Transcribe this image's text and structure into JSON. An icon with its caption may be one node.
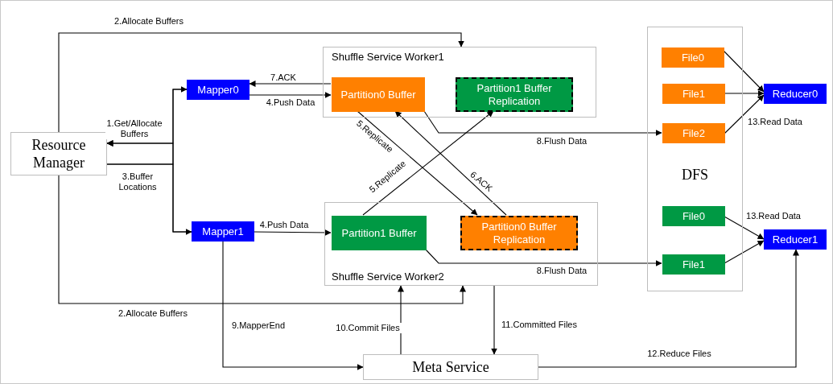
{
  "diagram": {
    "nodes": [
      {
        "text": [
          "Resource Manager"
        ]
      },
      {
        "text": [
          "Mapper0"
        ]
      },
      {
        "text": [
          "Mapper1"
        ]
      },
      {
        "text": [
          "Shuffle Service Worker1"
        ]
      },
      {
        "text": [
          "Partition0 Buffer"
        ],
        "in": 3
      },
      {
        "text": [
          "Partition1 Buffer Replication"
        ],
        "in": 3
      },
      {
        "text": [
          "Shuffle Service Worker2"
        ]
      },
      {
        "text": [
          "Partition1 Buffer"
        ],
        "in": 6
      },
      {
        "text": [
          "Partition0 Buffer Replication"
        ],
        "in": 6
      },
      {
        "text": [
          "DFS"
        ]
      },
      {
        "text": [
          "File0"
        ],
        "in": 9
      },
      {
        "text": [
          "File1"
        ],
        "in": 9
      },
      {
        "text": [
          "File2"
        ],
        "in": 9
      },
      {
        "text": [
          "File0"
        ],
        "in": 9
      },
      {
        "text": [
          "File1"
        ],
        "in": 9
      },
      {
        "text": [
          "Reducer0"
        ]
      },
      {
        "text": [
          "Reducer1"
        ]
      },
      {
        "text": [
          "Meta Service"
        ]
      }
    ],
    "edges": [
      {
        "from": 0,
        "to": 3,
        "arrow": "to",
        "label": "2.Allocate Buffers"
      },
      {
        "from": 0,
        "to": 6,
        "arrow": "to",
        "label": "2.Allocate Buffers"
      },
      {
        "from": 1,
        "to": 0,
        "arrow": "to",
        "label": "1.Get/Allocate Buffers"
      },
      {
        "from": 2,
        "to": 0,
        "arrow": "to"
      },
      {
        "from": 0,
        "to": 1,
        "arrow": "to",
        "label": "3.Buffer Locations"
      },
      {
        "from": 0,
        "to": 2,
        "arrow": "to"
      },
      {
        "from": 4,
        "to": 1,
        "arrow": "to",
        "label": "7.ACK"
      },
      {
        "from": 1,
        "to": 4,
        "arrow": "to",
        "label": "4.Push Data"
      },
      {
        "from": 2,
        "to": 7,
        "arrow": "to",
        "label": "4.Push Data"
      },
      {
        "from": 4,
        "to": 8,
        "arrow": "to",
        "label": "5.Replicate"
      },
      {
        "from": 7,
        "to": 5,
        "arrow": "to",
        "label": "5.Replicate"
      },
      {
        "from": 8,
        "to": 4,
        "arrow": "to",
        "label": "6.ACK"
      },
      {
        "from": 4,
        "to": 12,
        "arrow": "to",
        "label": "8.Flush Data"
      },
      {
        "from": 7,
        "to": 14,
        "arrow": "to",
        "label": "8.Flush Data"
      },
      {
        "from": 10,
        "to": 15,
        "arrow": "to"
      },
      {
        "from": 11,
        "to": 15,
        "arrow": "to"
      },
      {
        "from": 12,
        "to": 15,
        "arrow": "to",
        "label": "13.Read Data"
      },
      {
        "from": 13,
        "to": 16,
        "arrow": "to",
        "label": "13.Read Data"
      },
      {
        "from": 14,
        "to": 16,
        "arrow": "to"
      },
      {
        "from": 2,
        "to": 17,
        "arrow": "to",
        "label": "9.MapperEnd"
      },
      {
        "from": 17,
        "to": 6,
        "arrow": "to",
        "label": "10.Commit Files"
      },
      {
        "from": 6,
        "to": 17,
        "arrow": "to",
        "label": "11.Committed Files"
      },
      {
        "from": 17,
        "to": 16,
        "arrow": "to",
        "label": "12.Reduce Files"
      }
    ]
  }
}
